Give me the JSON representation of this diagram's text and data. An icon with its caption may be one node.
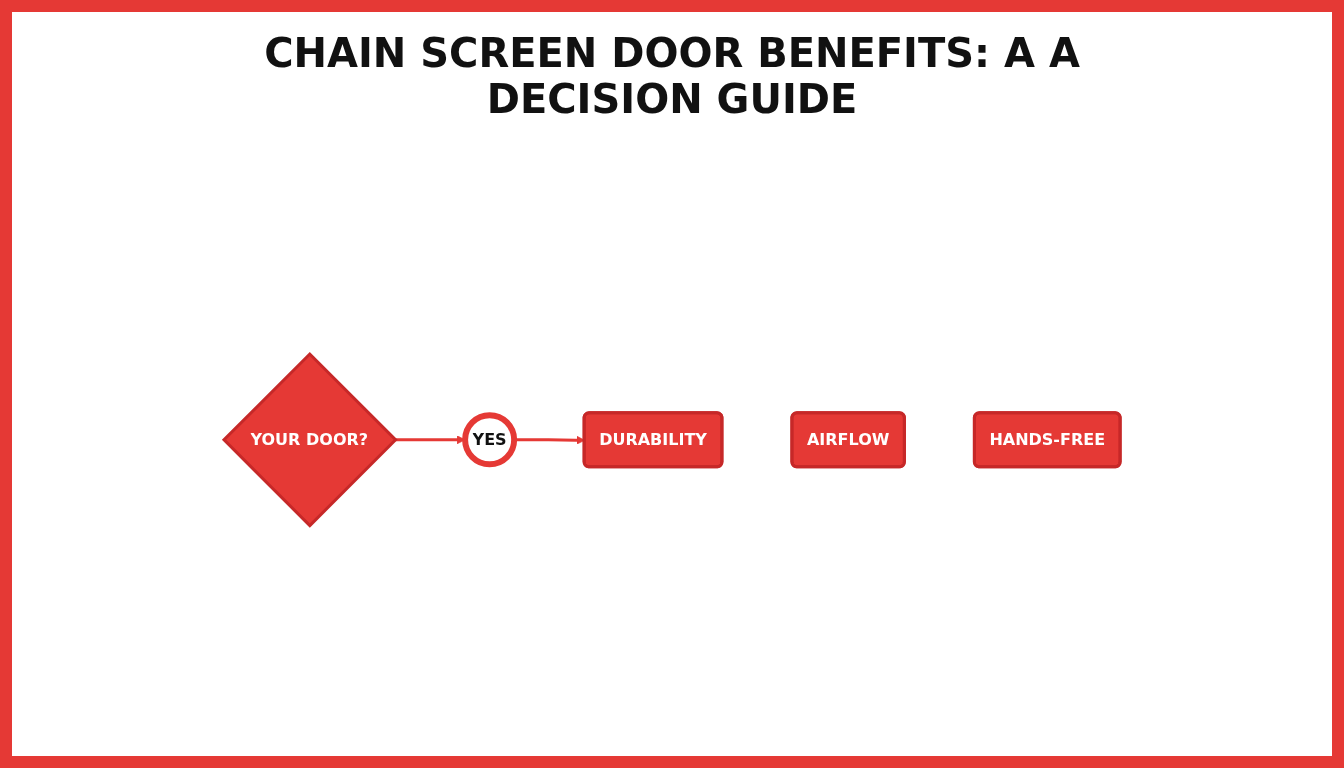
{
  "diagram": {
    "title": "CHAIN SCREEN DOOR BENEFITS: A A DECISION GUIDE",
    "nodes": [
      {
        "text": [
          "YOUR DOOR?"
        ]
      },
      {
        "text": [
          "YES"
        ]
      },
      {
        "text": [
          "DURABILITY"
        ]
      },
      {
        "text": [
          "AIRFLOW"
        ]
      },
      {
        "text": [
          "HANDS-FREE"
        ]
      }
    ],
    "edges": [
      {
        "from": 0,
        "to": 1,
        "arrow": "to"
      },
      {
        "from": 1,
        "to": 2,
        "arrow": "to"
      }
    ]
  }
}
